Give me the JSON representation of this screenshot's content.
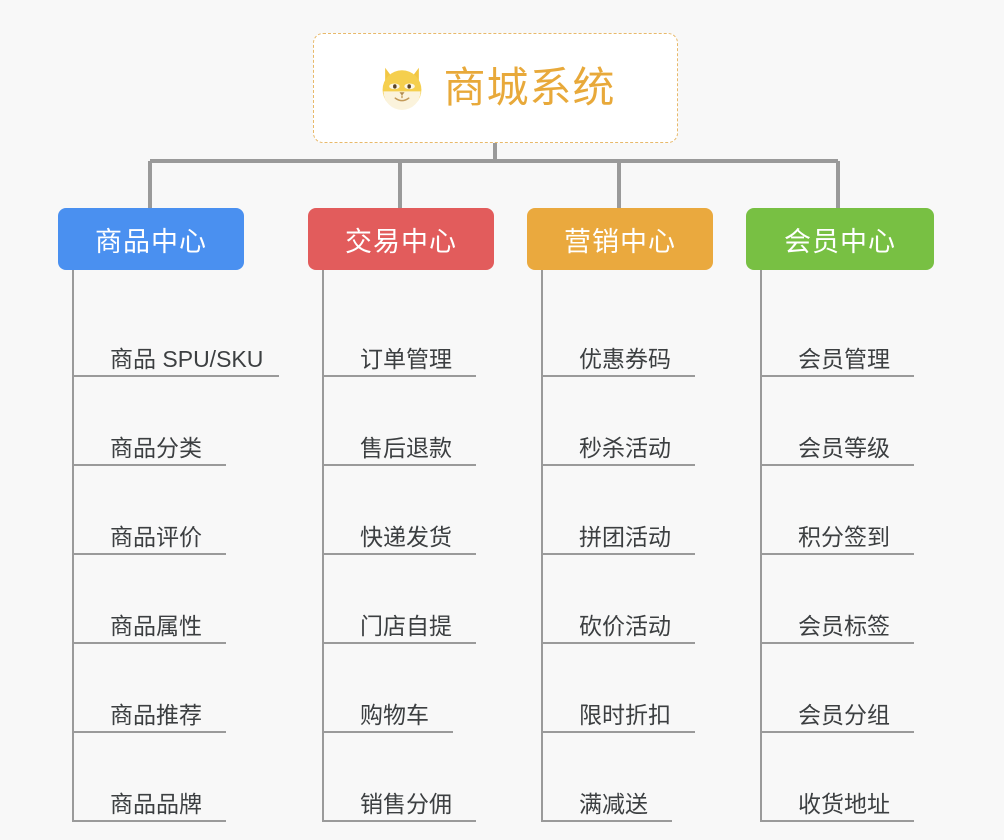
{
  "page": {
    "background_color": "#f8f8f8",
    "connector_color": "#9a9a9a"
  },
  "root": {
    "title": "商城系统",
    "icon": "dog-face-icon",
    "text_color": "#e8a93a",
    "border_color": "#e8b96a",
    "background_color": "#ffffff"
  },
  "categories": [
    {
      "id": "product-center",
      "label": "商品中心",
      "color": "#4a90f0",
      "items": [
        {
          "label": "商品 SPU/SKU",
          "underline_width": 205
        },
        {
          "label": "商品分类",
          "underline_width": 152
        },
        {
          "label": "商品评价",
          "underline_width": 152
        },
        {
          "label": "商品属性",
          "underline_width": 152
        },
        {
          "label": "商品推荐",
          "underline_width": 152
        },
        {
          "label": "商品品牌",
          "underline_width": 152
        }
      ]
    },
    {
      "id": "trade-center",
      "label": "交易中心",
      "color": "#e25c5c",
      "items": [
        {
          "label": "订单管理",
          "underline_width": 152
        },
        {
          "label": "售后退款",
          "underline_width": 152
        },
        {
          "label": "快递发货",
          "underline_width": 152
        },
        {
          "label": "门店自提",
          "underline_width": 152
        },
        {
          "label": "购物车",
          "underline_width": 129
        },
        {
          "label": "销售分佣",
          "underline_width": 152
        }
      ]
    },
    {
      "id": "marketing-center",
      "label": "营销中心",
      "color": "#eaa93e",
      "items": [
        {
          "label": "优惠券码",
          "underline_width": 152
        },
        {
          "label": "秒杀活动",
          "underline_width": 152
        },
        {
          "label": "拼团活动",
          "underline_width": 152
        },
        {
          "label": "砍价活动",
          "underline_width": 152
        },
        {
          "label": "限时折扣",
          "underline_width": 152
        },
        {
          "label": "满减送",
          "underline_width": 129
        }
      ]
    },
    {
      "id": "member-center",
      "label": "会员中心",
      "color": "#78c043",
      "items": [
        {
          "label": "会员管理",
          "underline_width": 152
        },
        {
          "label": "会员等级",
          "underline_width": 152
        },
        {
          "label": "积分签到",
          "underline_width": 152
        },
        {
          "label": "会员标签",
          "underline_width": 152
        },
        {
          "label": "会员分组",
          "underline_width": 152
        },
        {
          "label": "收货地址",
          "underline_width": 152
        }
      ]
    }
  ]
}
